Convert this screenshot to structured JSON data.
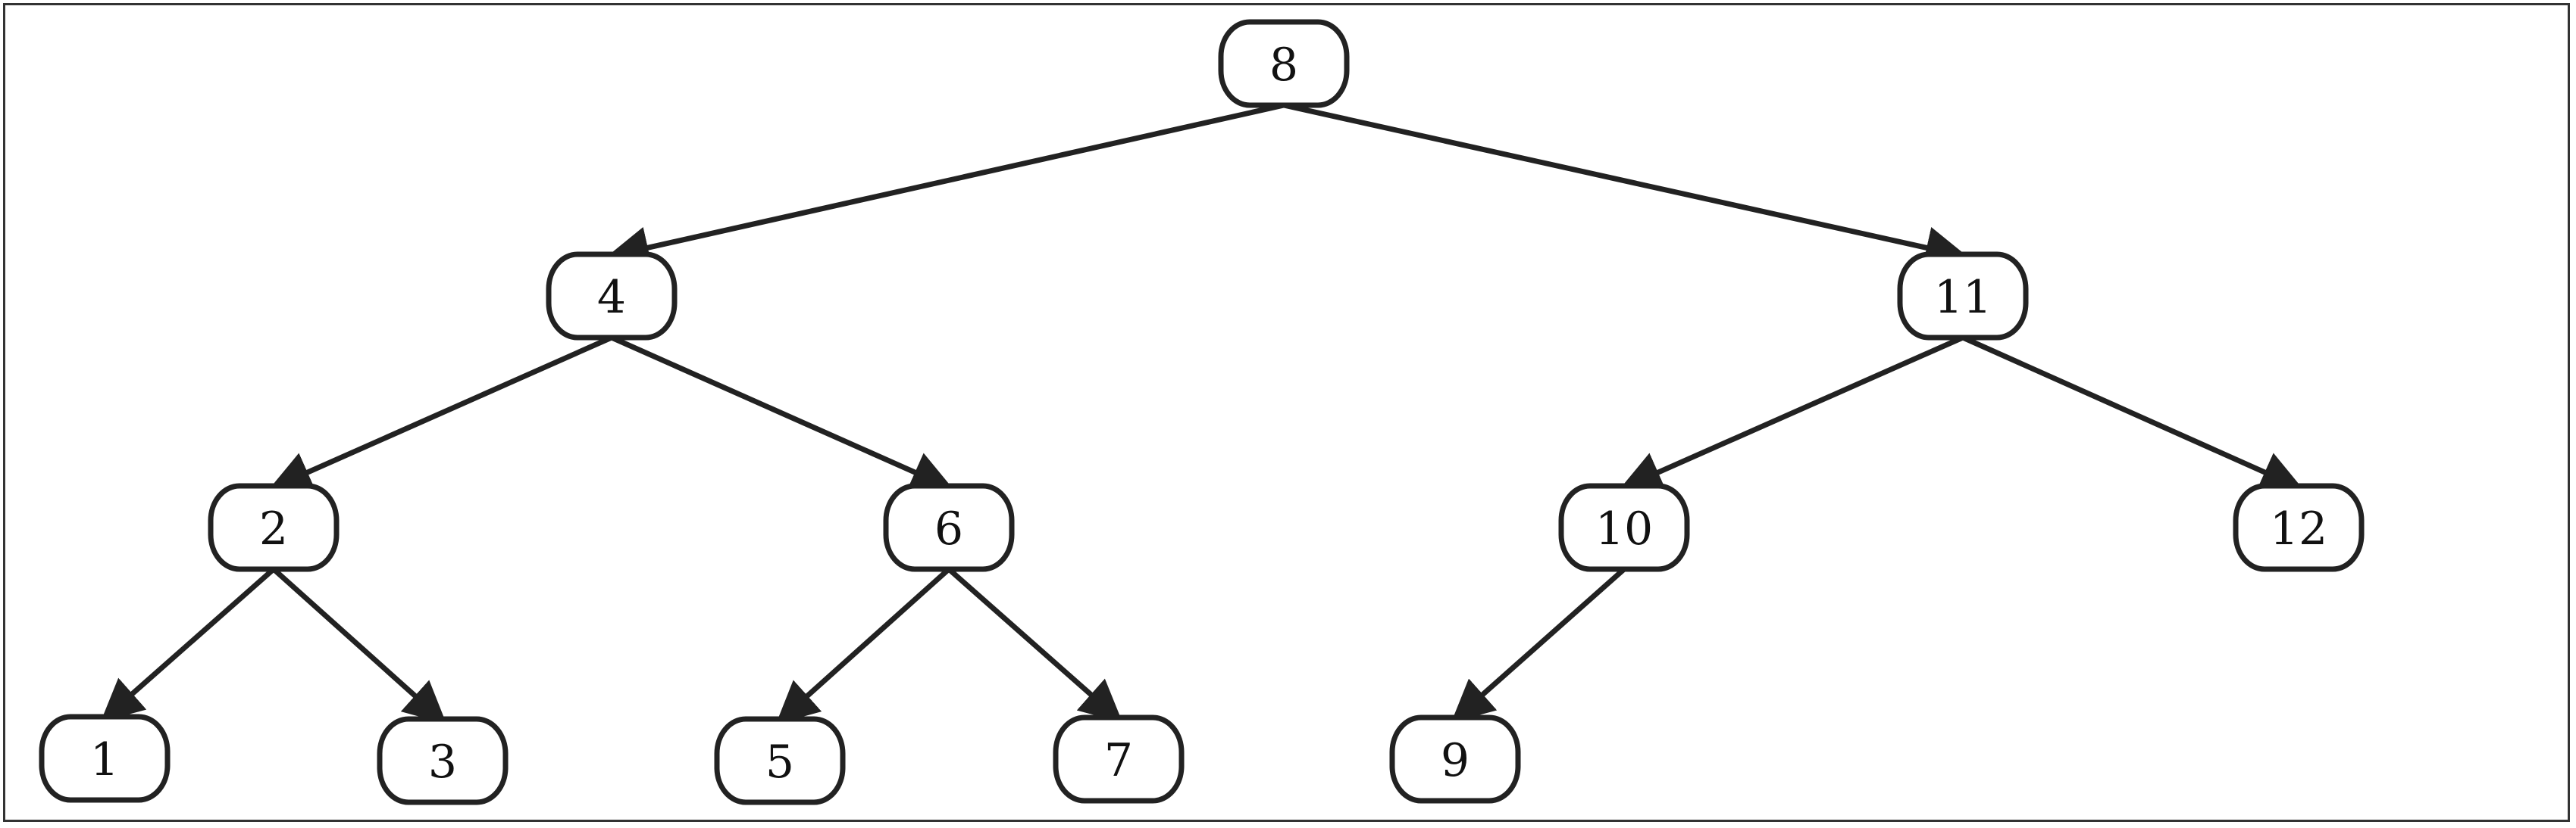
{
  "colors": {
    "stroke": "#222222",
    "text": "#111111",
    "fill": "#ffffff"
  },
  "tree": {
    "nodes": [
      {
        "id": "n8",
        "label": "8"
      },
      {
        "id": "n4",
        "label": "4"
      },
      {
        "id": "n11",
        "label": "11"
      },
      {
        "id": "n2",
        "label": "2"
      },
      {
        "id": "n6",
        "label": "6"
      },
      {
        "id": "n10",
        "label": "10"
      },
      {
        "id": "n12",
        "label": "12"
      },
      {
        "id": "n1",
        "label": "1"
      },
      {
        "id": "n3",
        "label": "3"
      },
      {
        "id": "n5",
        "label": "5"
      },
      {
        "id": "n7",
        "label": "7"
      },
      {
        "id": "n9",
        "label": "9"
      }
    ],
    "edges": [
      {
        "from": "n8",
        "to": "n4"
      },
      {
        "from": "n8",
        "to": "n11"
      },
      {
        "from": "n4",
        "to": "n2"
      },
      {
        "from": "n4",
        "to": "n6"
      },
      {
        "from": "n11",
        "to": "n10"
      },
      {
        "from": "n11",
        "to": "n12"
      },
      {
        "from": "n2",
        "to": "n1"
      },
      {
        "from": "n2",
        "to": "n3"
      },
      {
        "from": "n6",
        "to": "n5"
      },
      {
        "from": "n6",
        "to": "n7"
      },
      {
        "from": "n10",
        "to": "n9"
      }
    ]
  }
}
